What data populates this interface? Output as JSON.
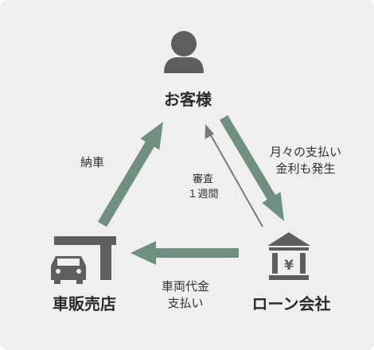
{
  "colors": {
    "background": "#efefef",
    "arrow": "#6f8f81",
    "arrow_thin": "#7a7a7a",
    "icon": "#5e5e5e"
  },
  "nodes": {
    "customer": {
      "label": "お客様",
      "icon": "person-icon"
    },
    "dealer": {
      "label": "車販売店",
      "icon": "car-dealer-icon"
    },
    "loan": {
      "label": "ローン会社",
      "icon": "bank-yen-icon"
    }
  },
  "edges": {
    "delivery": {
      "line1": "納車"
    },
    "payment": {
      "line1": "月々の支払い",
      "line2": "金利も発生"
    },
    "review": {
      "line1": "審査",
      "line2": "１週間"
    },
    "vehicle_payment": {
      "line1": "車両代金",
      "line2": "支払い"
    }
  }
}
